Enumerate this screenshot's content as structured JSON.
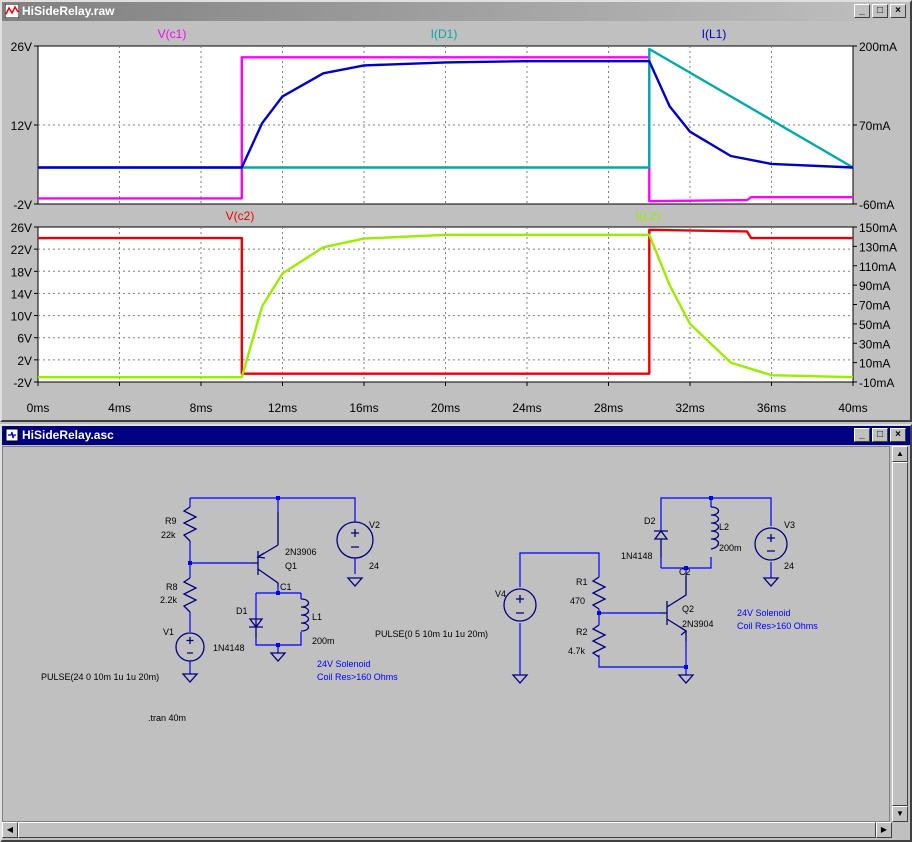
{
  "waveform_window": {
    "title": "HiSideRelay.raw",
    "title_bar_gradient": [
      "#808080",
      "#c0c0c0"
    ],
    "pane_top": {
      "traces": [
        {
          "name": "V(c1)",
          "color": "#ff00ff"
        },
        {
          "name": "I(D1)",
          "color": "#00aaaa"
        },
        {
          "name": "I(L1)",
          "color": "#0000cc"
        }
      ],
      "left_ticks": [
        "26V",
        "12V",
        "-2V"
      ],
      "right_ticks": [
        "200mA",
        "70mA",
        "-60mA"
      ]
    },
    "pane_bottom": {
      "traces": [
        {
          "name": "V(c2)",
          "color": "#ee0000"
        },
        {
          "name": "I(L2)",
          "color": "#99ee00"
        }
      ],
      "left_ticks": [
        "26V",
        "22V",
        "18V",
        "14V",
        "10V",
        "6V",
        "2V",
        "-2V"
      ],
      "right_ticks": [
        "150mA",
        "130mA",
        "110mA",
        "90mA",
        "70mA",
        "50mA",
        "30mA",
        "10mA",
        "-10mA"
      ]
    },
    "x_ticks": [
      "0ms",
      "4ms",
      "8ms",
      "12ms",
      "16ms",
      "20ms",
      "24ms",
      "28ms",
      "32ms",
      "36ms",
      "40ms"
    ],
    "chart_data": [
      {
        "type": "line",
        "x_unit": "ms",
        "xlim": [
          0,
          40
        ],
        "ylim_left": [
          -2,
          26
        ],
        "ylim_right": [
          -60,
          200
        ],
        "grid": true,
        "series": [
          {
            "name": "V(c1)",
            "axis": "left",
            "x": [
              0,
              10,
              10,
              30,
              30,
              34.8,
              35,
              40
            ],
            "y": [
              -1,
              -1,
              24,
              24,
              -1.5,
              -1.3,
              -0.8,
              -0.8
            ]
          },
          {
            "name": "I(D1)",
            "axis": "right",
            "x": [
              0,
              30,
              30,
              40
            ],
            "y": [
              0,
              0,
              195,
              0
            ]
          },
          {
            "name": "I(L1)",
            "axis": "right",
            "x": [
              0,
              10,
              11,
              12,
              14,
              16,
              20,
              24,
              30,
              31,
              32,
              34,
              36,
              40
            ],
            "y": [
              0,
              0,
              73,
              117,
              155,
              168,
              173,
              175,
              175,
              101,
              59,
              19,
              6,
              0
            ]
          }
        ]
      },
      {
        "type": "line",
        "x_unit": "ms",
        "xlim": [
          0,
          40
        ],
        "ylim_left": [
          -2,
          26
        ],
        "ylim_right": [
          -10,
          150
        ],
        "grid": true,
        "series": [
          {
            "name": "V(c2)",
            "axis": "left",
            "x": [
              0,
              10,
              10,
              30,
              30,
              34.8,
              35,
              40
            ],
            "y": [
              24,
              24,
              -0.5,
              -0.5,
              25.5,
              25.2,
              24,
              24
            ]
          },
          {
            "name": "I(L2)",
            "axis": "right",
            "x": [
              0,
              10,
              11,
              12,
              14,
              16,
              20,
              30,
              31,
              32,
              34,
              36,
              40
            ],
            "y": [
              -5,
              -5,
              68,
              102,
              129,
              138,
              142,
              142,
              90,
              50,
              10,
              -3,
              -5
            ]
          }
        ]
      }
    ]
  },
  "schematic_window": {
    "title": "HiSideRelay.asc",
    "labels": {
      "R9": "R9",
      "R9_val": "22k",
      "Q1": "Q1",
      "Q1_model": "2N3906",
      "R8": "R8",
      "R8_val": "2.2k",
      "V1": "V1",
      "V1_pulse": "PULSE(24 0 10m 1u 1u 20m)",
      "V2": "V2",
      "V2_val": "24",
      "C1": "C1",
      "D1": "D1",
      "D1_model": "1N4148",
      "L1": "L1",
      "L1_val": "200m",
      "note1_a": "24V Solenoid",
      "note1_b": "Coil Res>160 Ohms",
      "tran": ".tran 40m",
      "V4": "V4",
      "V4_pulse": "PULSE(0 5 10m 1u 1u 20m)",
      "R1": "R1",
      "R1_val": "470",
      "R2": "R2",
      "R2_val": "4.7k",
      "Q2": "Q2",
      "Q2_model": "2N3904",
      "C2": "C2",
      "D2": "D2",
      "D2_model": "1N4148",
      "L2": "L2",
      "L2_val": "200m",
      "V3": "V3",
      "V3_val": "24",
      "note2_a": "24V Solenoid",
      "note2_b": "Coil Res>160 Ohms"
    },
    "colors": {
      "wire": "#0000ff",
      "symbol": "#000080",
      "label": "#000000",
      "comment": "#0000ff"
    }
  },
  "title_bar_color": "#000080",
  "window_buttons": {
    "minimize": "_",
    "maximize": "□",
    "close": "×"
  }
}
